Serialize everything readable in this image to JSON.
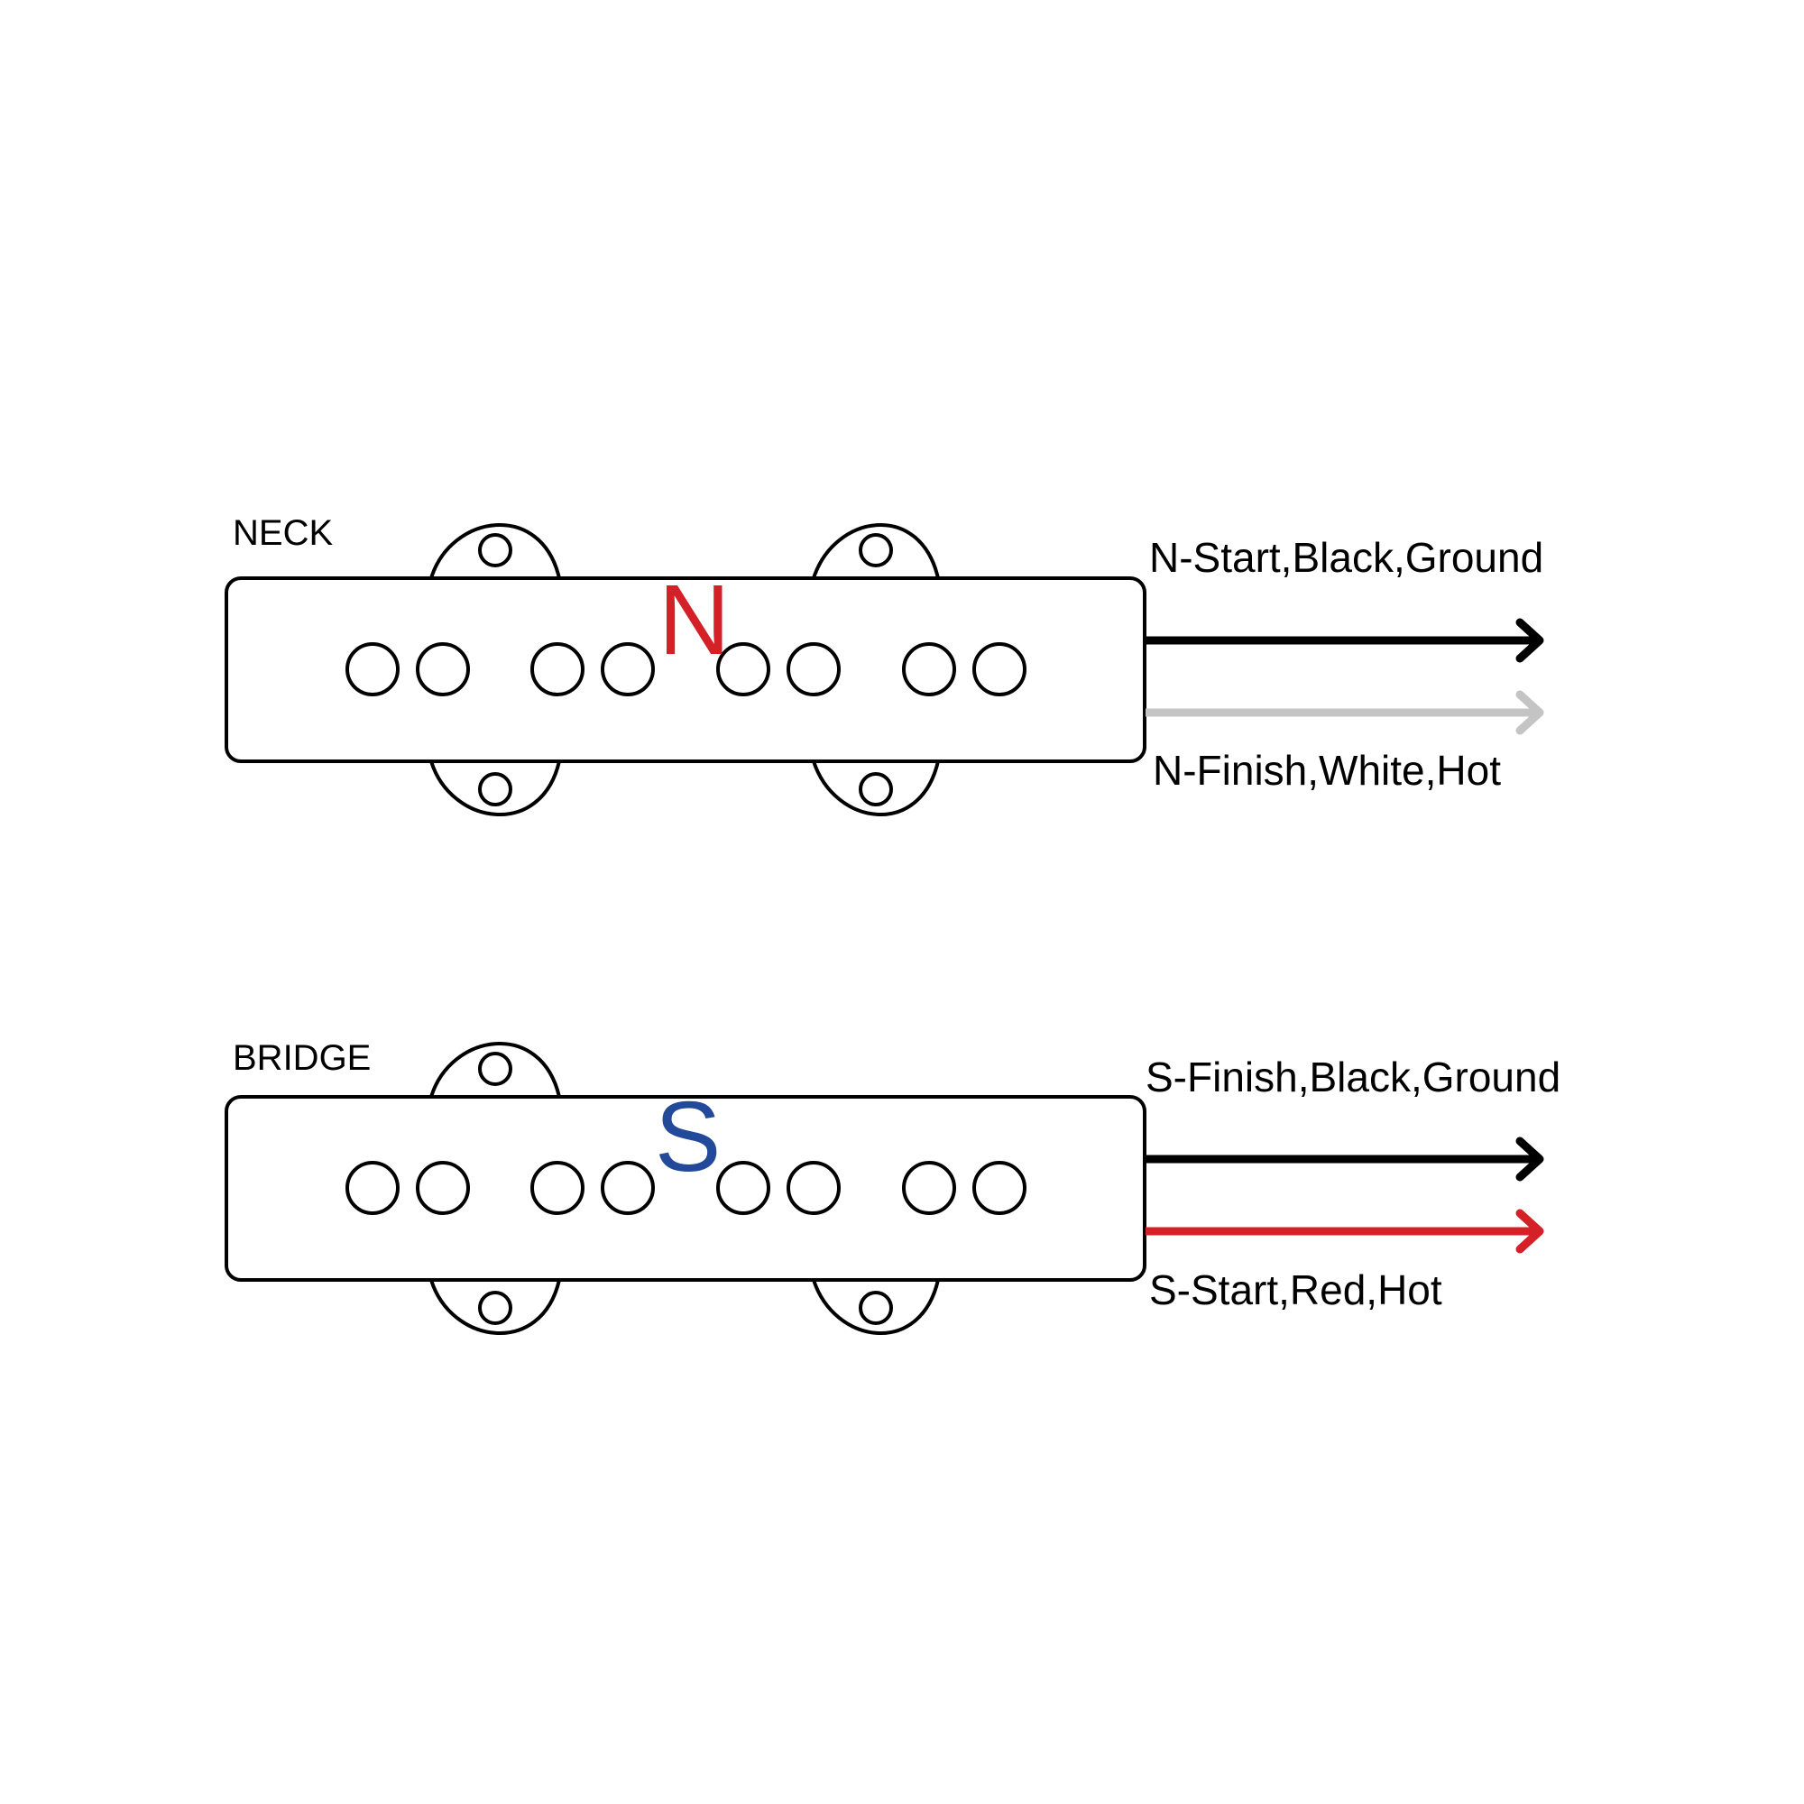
{
  "pickups": [
    {
      "id": "neck",
      "label": "NECK",
      "polarity": "N",
      "polarity_color": "#d42027",
      "wires": [
        {
          "label": "N-Start,Black,Ground",
          "color": "#000000"
        },
        {
          "label": "N-Finish,White,Hot",
          "color": "#c4c4c4"
        }
      ]
    },
    {
      "id": "bridge",
      "label": "BRIDGE",
      "polarity": "S",
      "polarity_color": "#234a9a",
      "wires": [
        {
          "label": "S-Finish,Black,Ground",
          "color": "#000000"
        },
        {
          "label": "S-Start,Red,Hot",
          "color": "#d42027"
        }
      ]
    }
  ]
}
